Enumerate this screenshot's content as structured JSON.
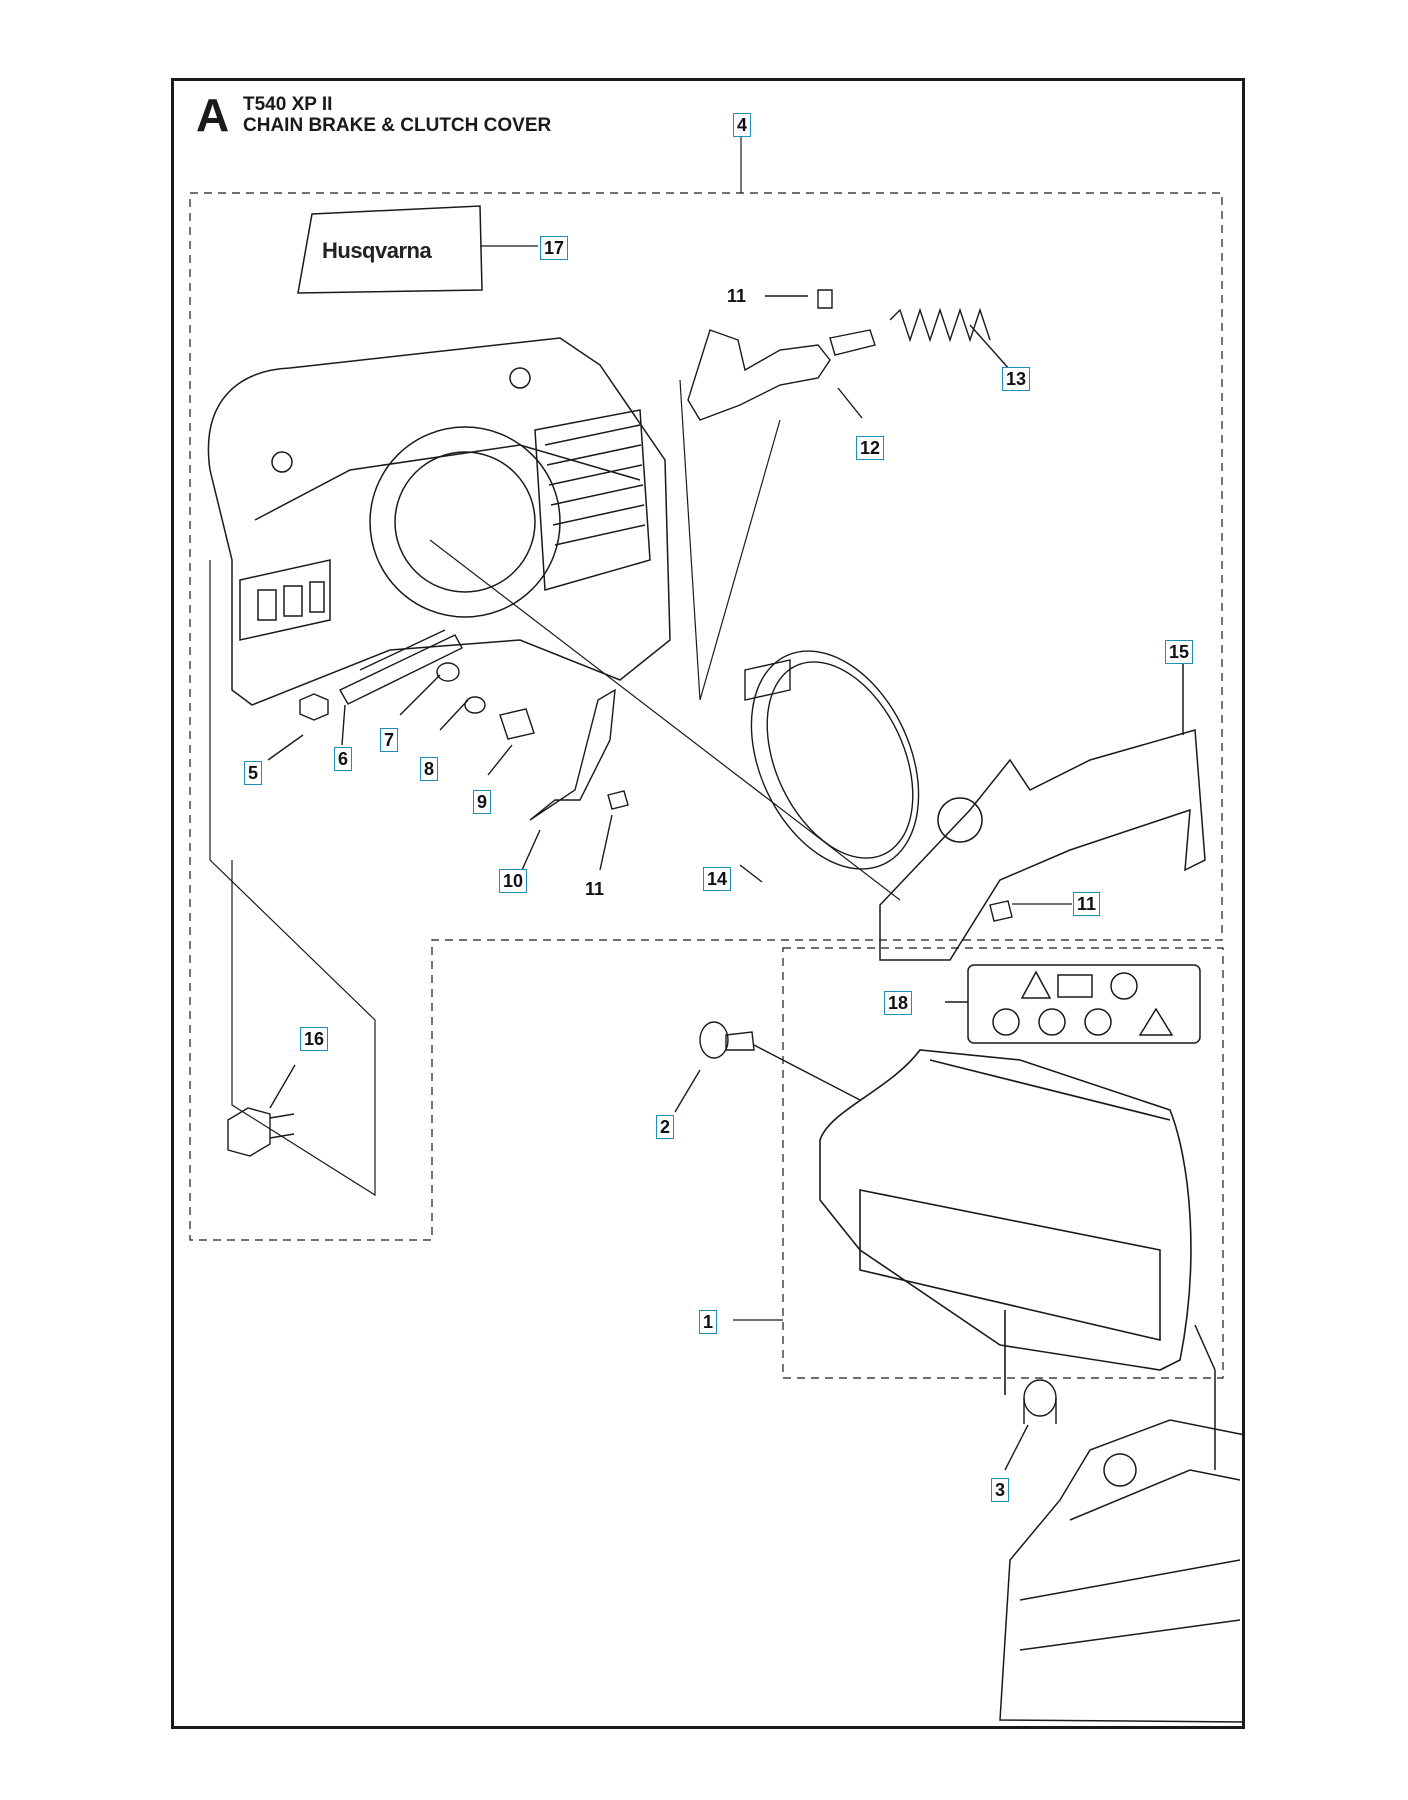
{
  "header": {
    "section_letter": "A",
    "model": "T540 XP II",
    "title": "CHAIN BRAKE & CLUTCH COVER"
  },
  "logo": {
    "text": "Husqvarna"
  },
  "callouts": [
    {
      "id": "c4",
      "label": "4",
      "boxed": true
    },
    {
      "id": "c17",
      "label": "17",
      "boxed": true
    },
    {
      "id": "c11a",
      "label": "11",
      "boxed": false
    },
    {
      "id": "c13",
      "label": "13",
      "boxed": true
    },
    {
      "id": "c12",
      "label": "12",
      "boxed": true
    },
    {
      "id": "c15",
      "label": "15",
      "boxed": true
    },
    {
      "id": "c5",
      "label": "5",
      "boxed": true
    },
    {
      "id": "c6",
      "label": "6",
      "boxed": true
    },
    {
      "id": "c7",
      "label": "7",
      "boxed": true
    },
    {
      "id": "c8",
      "label": "8",
      "boxed": true
    },
    {
      "id": "c9",
      "label": "9",
      "boxed": true
    },
    {
      "id": "c10",
      "label": "10",
      "boxed": true
    },
    {
      "id": "c11b",
      "label": "11",
      "boxed": false
    },
    {
      "id": "c14",
      "label": "14",
      "boxed": true
    },
    {
      "id": "c11c",
      "label": "11",
      "boxed": true
    },
    {
      "id": "c18",
      "label": "18",
      "boxed": true
    },
    {
      "id": "c16",
      "label": "16",
      "boxed": true
    },
    {
      "id": "c2",
      "label": "2",
      "boxed": true
    },
    {
      "id": "c1",
      "label": "1",
      "boxed": true
    },
    {
      "id": "c3",
      "label": "3",
      "boxed": true
    }
  ],
  "colors": {
    "callout_border": "#1f8fb8",
    "line": "#1a1a1a"
  }
}
